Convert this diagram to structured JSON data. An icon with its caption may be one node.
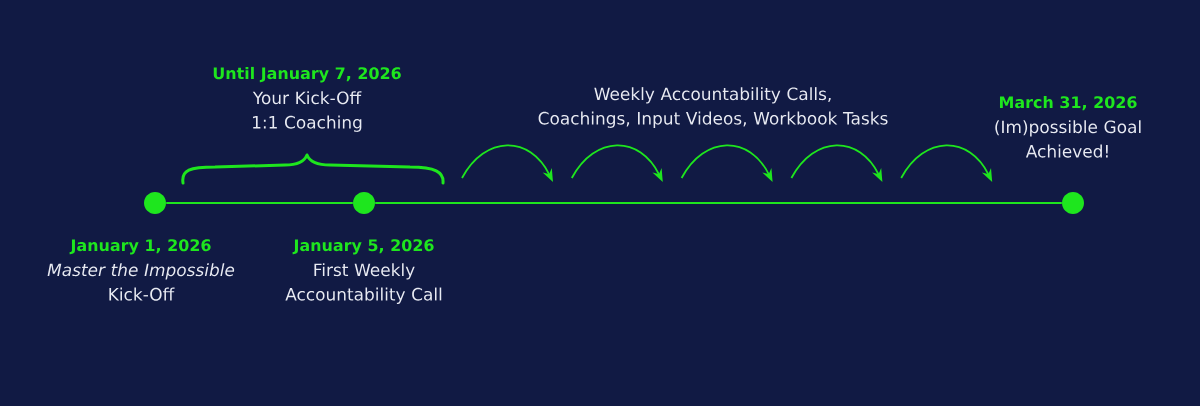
{
  "diagram": {
    "nodes": [
      {
        "text": [],
        "shape": "circle",
        "beside": [
          "January 1, 2026",
          "*Master the Impossible* Kick-Off"
        ]
      },
      {
        "text": [],
        "shape": "circle",
        "beside": [
          "January 5, 2026",
          "First Weekly Accountability Call"
        ]
      },
      {
        "text": [],
        "shape": "circle",
        "beside": [
          "March 31, 2026",
          "(Im)possible Goal Achieved!"
        ]
      }
    ],
    "edges": [
      {
        "from": 0,
        "to": 1,
        "arrow": "none"
      },
      {
        "from": 1,
        "to": 2,
        "arrow": "none"
      }
    ],
    "labels": [
      "Until January 7, 2026",
      "Your Kick-Off 1:1 Coaching",
      "Weekly Accountability Calls, Coachings, Input Videos, Workbook Tasks"
    ]
  }
}
